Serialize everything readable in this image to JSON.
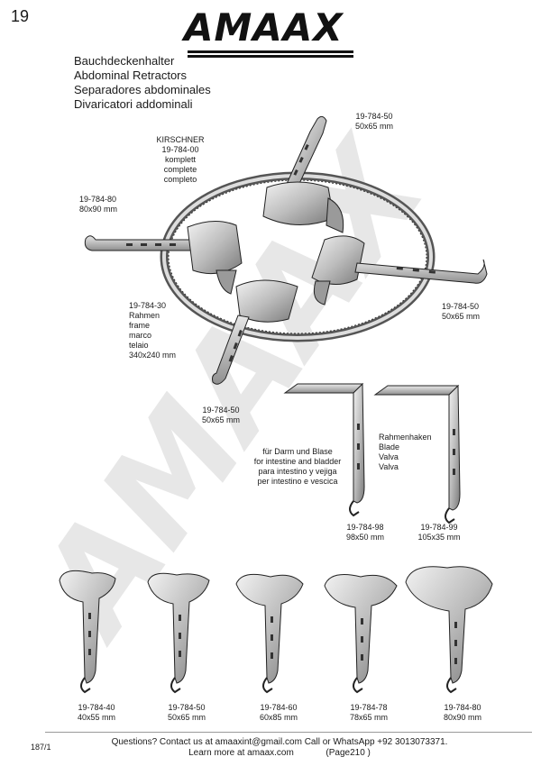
{
  "page_number": "19",
  "brand": {
    "logo_text": "AMAAX",
    "watermark_text": "AMAAX"
  },
  "titles": {
    "de": "Bauchdeckenhalter",
    "en": "Abdominal Retractors",
    "es": "Separadores abdominales",
    "it": "Divaricatori addominali"
  },
  "kirschner": {
    "name": "KIRSCHNER",
    "code": "19-784-00",
    "de": "komplett",
    "en": "complete",
    "it": "completo"
  },
  "assembly_labels": {
    "top_right": {
      "code": "19-784-50",
      "size": "50x65 mm"
    },
    "left": {
      "code": "19-784-80",
      "size": "80x90 mm"
    },
    "right": {
      "code": "19-784-50",
      "size": "50x65 mm"
    },
    "bottom": {
      "code": "19-784-50",
      "size": "50x65 mm"
    },
    "frame": {
      "code": "19-784-30",
      "de": "Rahmen",
      "en": "frame",
      "es": "marco",
      "it": "telaio",
      "size": "340x240 mm"
    }
  },
  "intestine_note": {
    "de": "für Darm und Blase",
    "en": "for intestine and bladder",
    "es": "para intestino y vejiga",
    "it": "per intestino e vescica"
  },
  "blade_note": {
    "de": "Rahmenhaken",
    "en": "Blade",
    "es": "Valva",
    "it": "Valva"
  },
  "right_angle_blades": [
    {
      "code": "19-784-98",
      "size": "98x50 mm"
    },
    {
      "code": "19-784-99",
      "size": "105x35 mm"
    }
  ],
  "blades": [
    {
      "code": "19-784-40",
      "size": "40x55 mm"
    },
    {
      "code": "19-784-50",
      "size": "50x65 mm"
    },
    {
      "code": "19-784-60",
      "size": "60x85 mm"
    },
    {
      "code": "19-784-78",
      "size": "78x65 mm"
    },
    {
      "code": "19-784-80",
      "size": "80x90 mm"
    }
  ],
  "footer": {
    "catalog_code": "187/1",
    "line1": "Questions? Contact us at amaaxint@gmail.com Call or WhatsApp +92 3013073371.",
    "line2": "Learn more at amaax.com",
    "page_ref": "(Page210 )"
  }
}
